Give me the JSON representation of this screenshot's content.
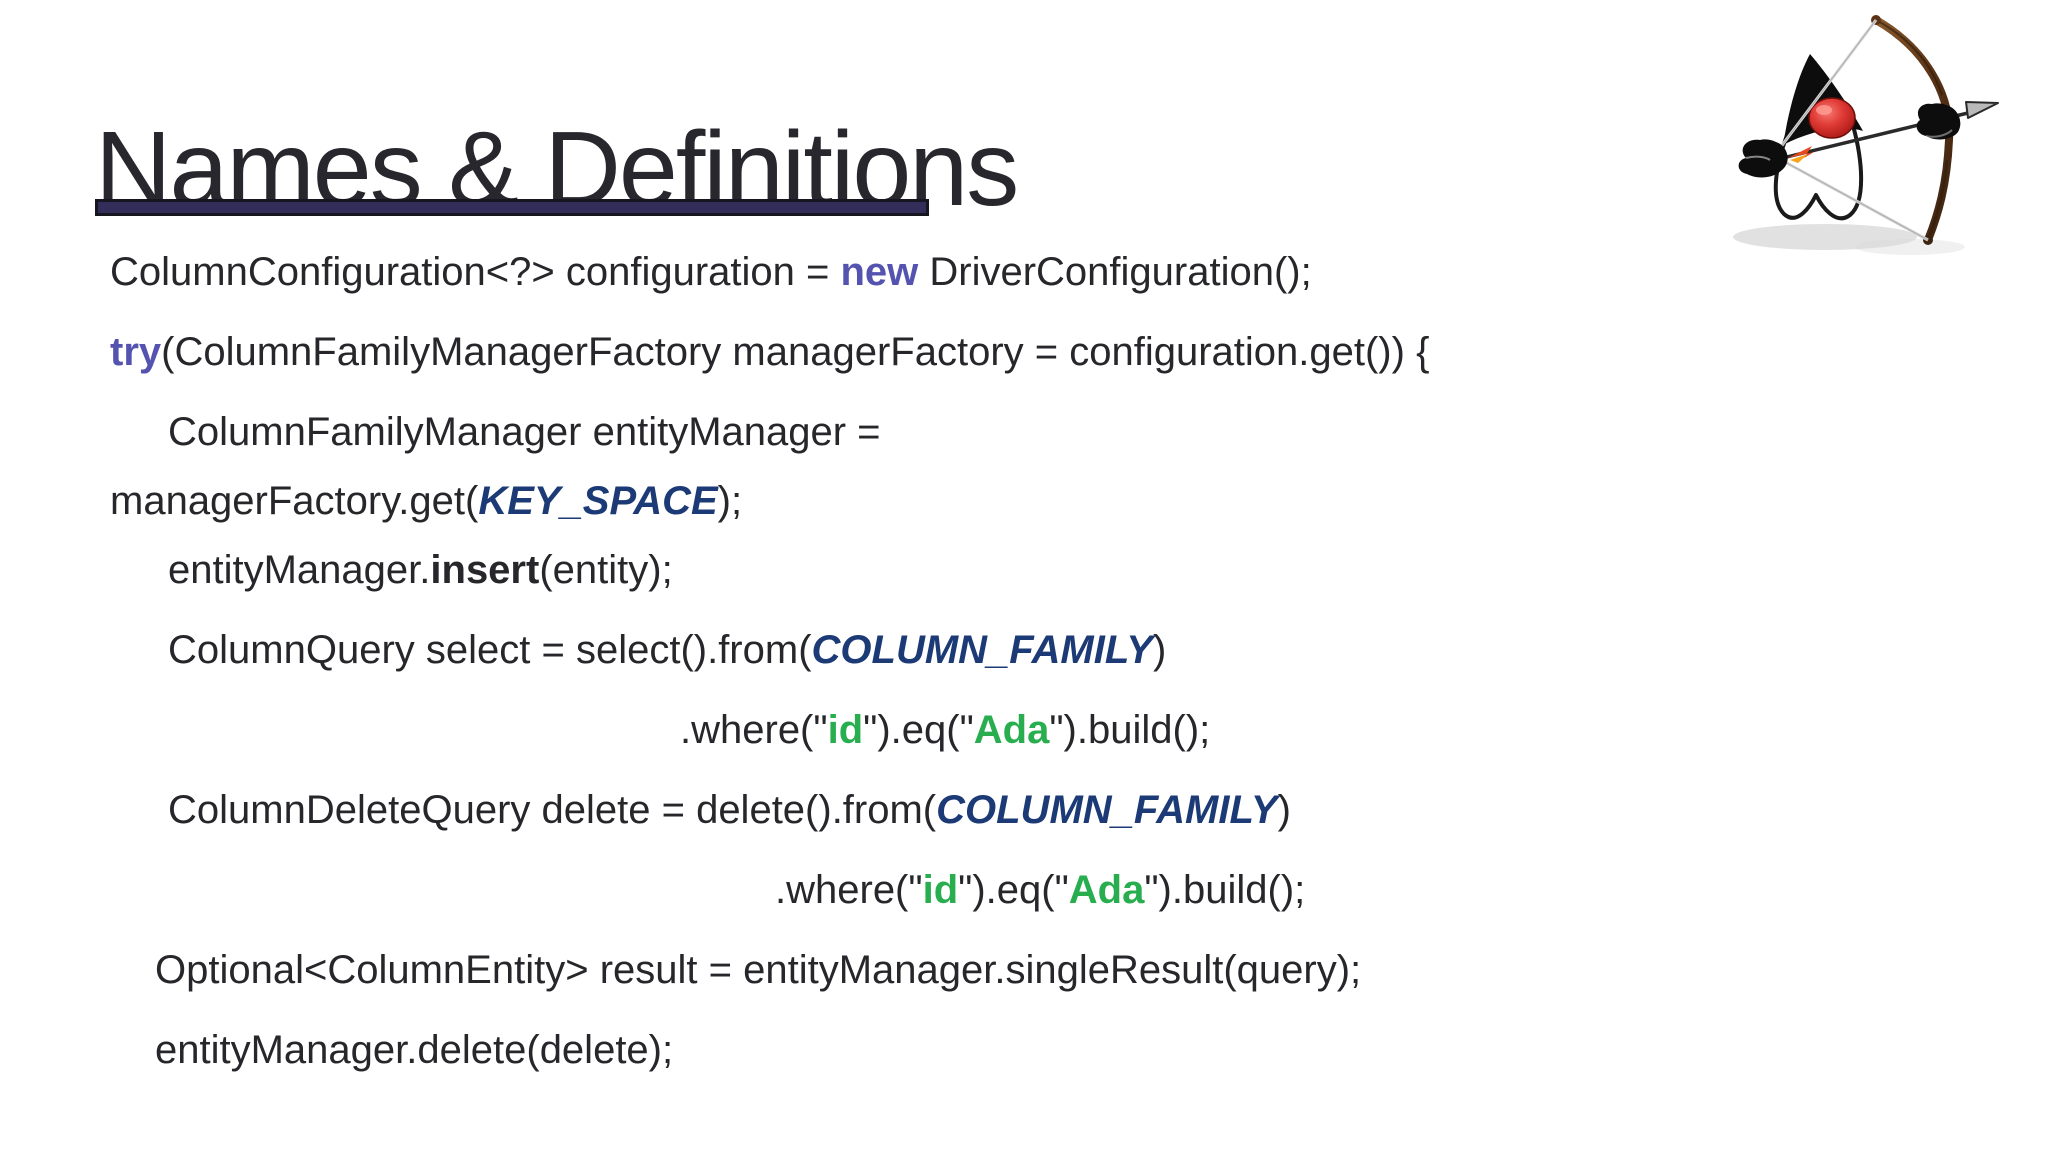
{
  "slide": {
    "title": "Names & Definitions",
    "accent_bar_color": "#332d59",
    "mascot_icon": "duke-java-mascot-archer"
  },
  "colors": {
    "text": "#26262b",
    "keyword": "#5553b0",
    "constant": "#1c3a75",
    "string": "#29ae4f"
  },
  "code": {
    "lines": [
      {
        "indent": 0,
        "segments": [
          {
            "text": "ColumnConfiguration<?> configuration = ",
            "style": "plain"
          },
          {
            "text": "new",
            "style": "keyword"
          },
          {
            "text": " DriverConfiguration();",
            "style": "plain"
          }
        ]
      },
      {
        "indent": 0,
        "segments": [
          {
            "text": "try",
            "style": "keyword"
          },
          {
            "text": "(ColumnFamilyManagerFactory managerFactory = configuration.get()) {",
            "style": "plain"
          }
        ]
      },
      {
        "indent": 58,
        "segments": [
          {
            "text": "ColumnFamilyManager entityManager =",
            "style": "plain"
          }
        ]
      },
      {
        "indent": 0,
        "wrap": true,
        "segments": [
          {
            "text": "managerFactory.get(",
            "style": "plain"
          },
          {
            "text": "KEY_SPACE",
            "style": "constant"
          },
          {
            "text": ");",
            "style": "plain"
          }
        ]
      },
      {
        "indent": 58,
        "segments": [
          {
            "text": "entityManager.",
            "style": "plain"
          },
          {
            "text": "insert",
            "style": "bold"
          },
          {
            "text": "(entity);",
            "style": "plain"
          }
        ]
      },
      {
        "indent": 58,
        "segments": [
          {
            "text": "ColumnQuery select = select().from(",
            "style": "plain"
          },
          {
            "text": "COLUMN_FAMILY",
            "style": "constant"
          },
          {
            "text": ")",
            "style": "plain"
          }
        ]
      },
      {
        "indent": 570,
        "segments": [
          {
            "text": ".where(\"",
            "style": "plain"
          },
          {
            "text": "id",
            "style": "string"
          },
          {
            "text": "\").eq(\"",
            "style": "plain"
          },
          {
            "text": "Ada",
            "style": "string"
          },
          {
            "text": "\").build();",
            "style": "plain"
          }
        ]
      },
      {
        "indent": 58,
        "segments": [
          {
            "text": "ColumnDeleteQuery delete = delete().from(",
            "style": "plain"
          },
          {
            "text": "COLUMN_FAMILY",
            "style": "constant"
          },
          {
            "text": ")",
            "style": "plain"
          }
        ]
      },
      {
        "indent": 665,
        "segments": [
          {
            "text": ".where(\"",
            "style": "plain"
          },
          {
            "text": "id",
            "style": "string"
          },
          {
            "text": "\").eq(\"",
            "style": "plain"
          },
          {
            "text": "Ada",
            "style": "string"
          },
          {
            "text": "\").build();",
            "style": "plain"
          }
        ]
      },
      {
        "indent": 45,
        "segments": [
          {
            "text": "Optional<ColumnEntity> result = entityManager.singleResult(query);",
            "style": "plain"
          }
        ]
      },
      {
        "indent": 45,
        "segments": [
          {
            "text": "entityManager.delete(delete);",
            "style": "plain"
          }
        ]
      }
    ]
  }
}
